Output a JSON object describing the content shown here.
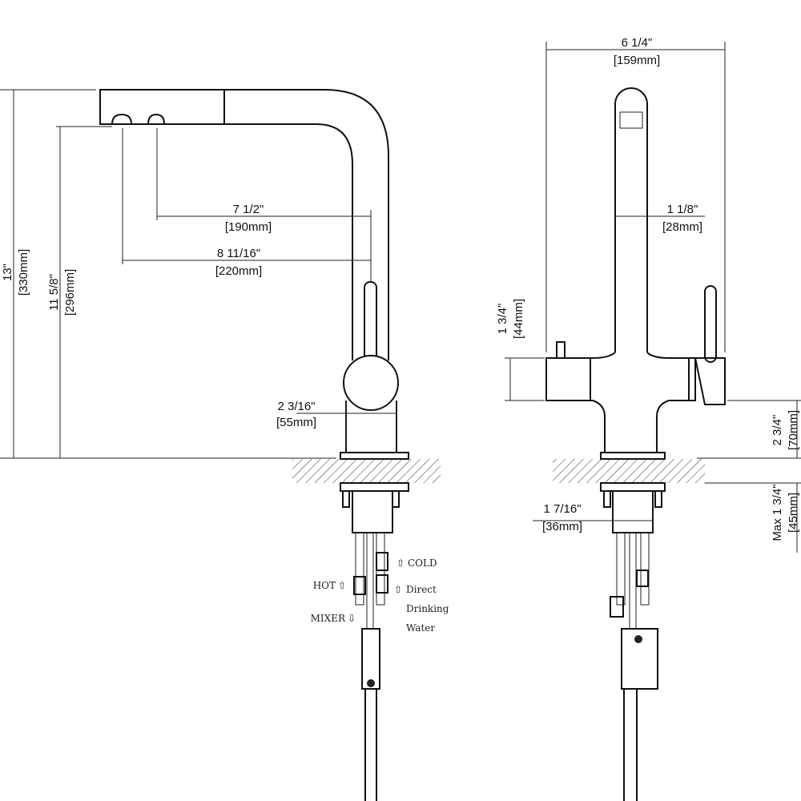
{
  "left_view": {
    "height_total": {
      "imperial": "13\"",
      "metric": "[330mm]"
    },
    "height_outlet": {
      "imperial": "11 5/8\"",
      "metric": "[296mm]"
    },
    "reach_spray": {
      "imperial": "7 1/2\"",
      "metric": "[190mm]"
    },
    "reach_outlet": {
      "imperial": "8 11/16\"",
      "metric": "[220mm]"
    },
    "base_diameter": {
      "imperial": "2 3/16\"",
      "metric": "[55mm]"
    },
    "callouts": {
      "cold": "COLD",
      "hot": "HOT",
      "direct_1": "Direct",
      "direct_2": "Drinking",
      "direct_3": "Water",
      "mixer": "MIXER"
    }
  },
  "right_view": {
    "width_total": {
      "imperial": "6 1/4\"",
      "metric": "[159mm]"
    },
    "spout_diameter": {
      "imperial": "1 1/8\"",
      "metric": "[28mm]"
    },
    "body_height": {
      "imperial": "1 3/4\"",
      "metric": "[44mm]"
    },
    "body_to_deck": {
      "imperial": "2 3/4\"",
      "metric": "[70mm]"
    },
    "deck_thickness": {
      "imperial": "Max 1 3/4\"",
      "metric": "[45mm]"
    },
    "hole_diameter": {
      "imperial": "1 7/16\"",
      "metric": "[36mm]"
    }
  }
}
